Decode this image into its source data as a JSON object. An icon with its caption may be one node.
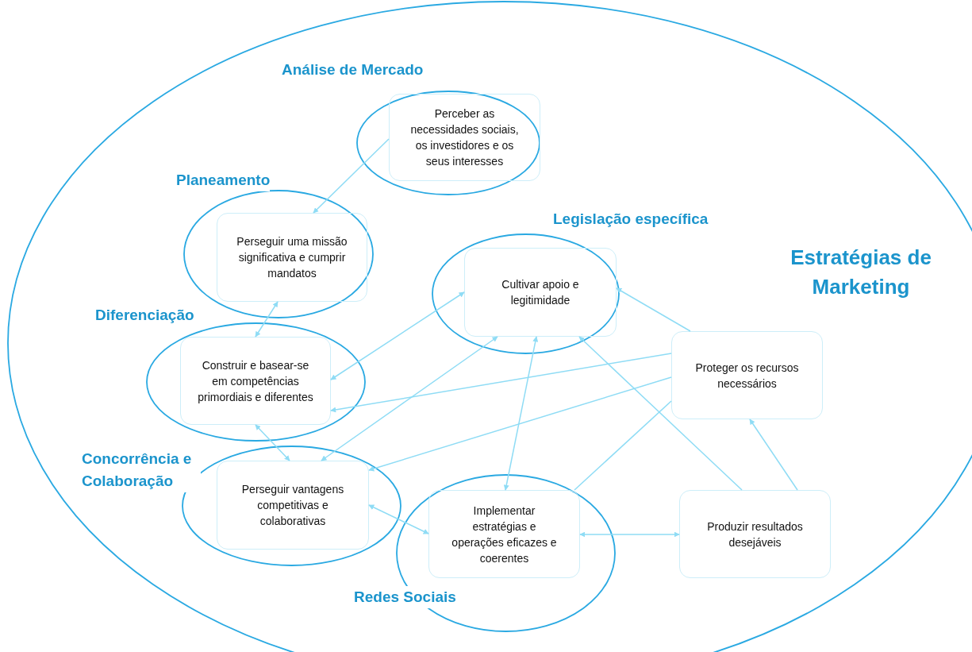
{
  "diagram": {
    "nodes": [
      {
        "text": [
          "Estratégias de Marketing"
        ]
      },
      {
        "text": [
          "Análise de Mercado"
        ],
        "in": 0
      },
      {
        "text": [
          "Perceber as necessidades sociais, os investidores e os seus interesses"
        ],
        "in": 1
      },
      {
        "text": [
          "Planeamento"
        ],
        "in": 0
      },
      {
        "text": [
          "Perseguir uma missão significativa e cumprir mandatos"
        ],
        "in": 3
      },
      {
        "text": [
          "Legislação específica"
        ],
        "in": 0
      },
      {
        "text": [
          "Cultivar apoio e legitimidade"
        ],
        "in": 5
      },
      {
        "text": [
          "Diferenciação"
        ],
        "in": 0
      },
      {
        "text": [
          "Construir e basear-se em competências primordiais e diferentes"
        ],
        "in": 7
      },
      {
        "text": [
          "Proteger os recursos necessários"
        ],
        "in": 0
      },
      {
        "text": [
          "Concorrência e Colaboração"
        ],
        "in": 0
      },
      {
        "text": [
          "Perseguir vantagens competitivas e colaborativas"
        ],
        "in": 10
      },
      {
        "text": [
          "Implementar estratégias e operações eficazes e coerentes"
        ],
        "in": 13
      },
      {
        "text": [
          "Redes Sociais"
        ],
        "in": 0
      },
      {
        "text": [
          "Produzir resultados desejáveis"
        ],
        "in": 0
      }
    ],
    "edges": [
      {
        "from": 2,
        "to": 4,
        "arrow": "to"
      },
      {
        "from": 4,
        "to": 8,
        "arrow": "both"
      },
      {
        "from": 8,
        "to": 11,
        "arrow": "both"
      },
      {
        "from": 11,
        "to": 12,
        "arrow": "both"
      },
      {
        "from": 12,
        "to": 14,
        "arrow": "both"
      },
      {
        "from": 12,
        "to": 6,
        "arrow": "both"
      },
      {
        "from": 6,
        "to": 8,
        "arrow": "both"
      },
      {
        "from": 11,
        "to": 6,
        "arrow": "both"
      },
      {
        "from": 9,
        "to": 6,
        "arrow": "to"
      },
      {
        "from": 9,
        "to": 8,
        "arrow": "to"
      },
      {
        "from": 9,
        "to": 11,
        "arrow": "to"
      },
      {
        "from": 9,
        "to": 12,
        "arrow": "none"
      },
      {
        "from": 14,
        "to": 6,
        "arrow": "to"
      },
      {
        "from": 14,
        "to": 9,
        "arrow": "to"
      }
    ]
  }
}
